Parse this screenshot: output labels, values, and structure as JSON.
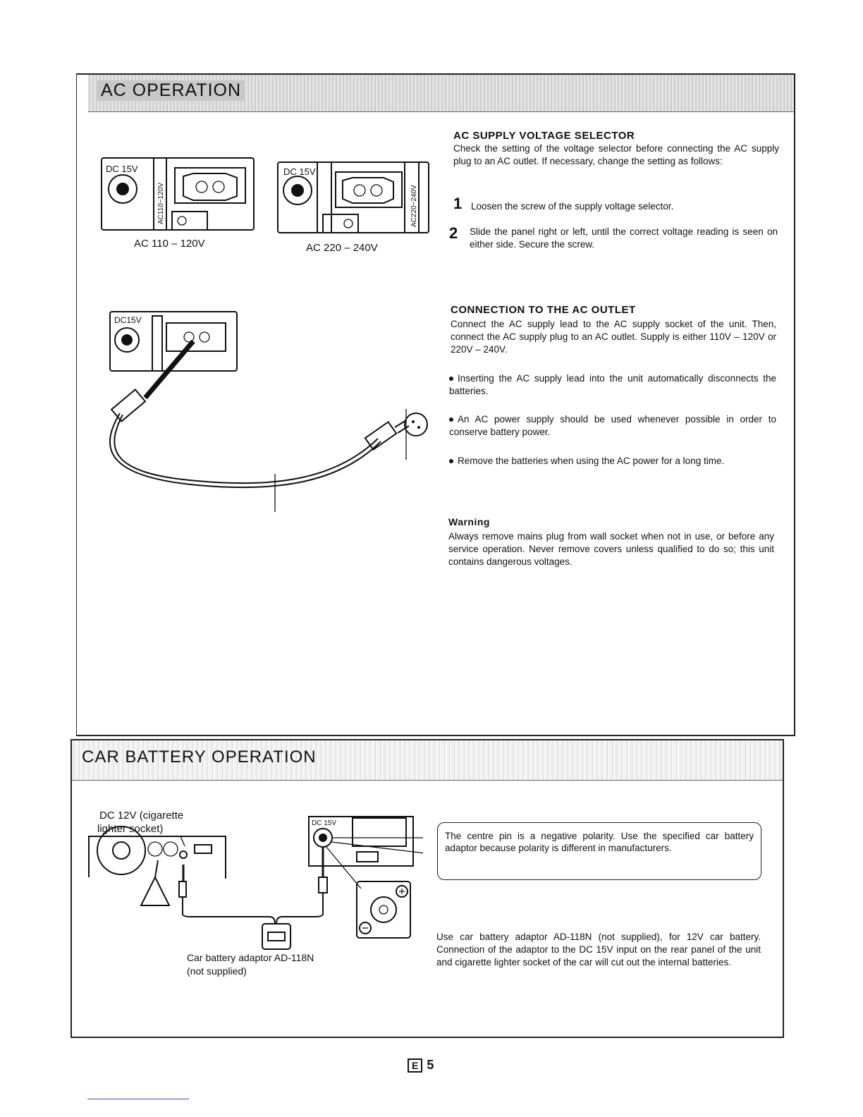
{
  "ac_section": {
    "title": "AC OPERATION",
    "figure_labels": {
      "left_panel": "AC 110 – 120V",
      "right_panel": "AC 220 – 240V",
      "panel_dc": "DC 15V",
      "slider_left": "AC110~120V",
      "slider_right": "AC220~240V",
      "outlet_dc": "DC15V"
    },
    "voltage_selector": {
      "heading": "AC SUPPLY VOLTAGE SELECTOR",
      "intro": "Check the setting of the voltage selector before connecting the AC supply plug to an AC outlet. If necessary, change the setting as follows:",
      "steps": [
        {
          "num": "1",
          "text": "Loosen the screw of the supply voltage selector."
        },
        {
          "num": "2",
          "text": "Slide the panel right or left, until the correct voltage reading is seen on either side. Secure the screw."
        }
      ]
    },
    "outlet": {
      "heading": "CONNECTION TO THE AC OUTLET",
      "intro": "Connect the AC supply lead to the AC supply socket of the unit. Then, connect the AC supply plug to an AC outlet. Supply is either 110V – 120V or 220V – 240V.",
      "bullets": [
        "Inserting the AC supply lead into the unit automatically disconnects the batteries.",
        "An AC power supply should be used whenever possible in order to conserve battery power.",
        "Remove the batteries when using the AC power for a long time."
      ]
    },
    "warning": {
      "heading": "Warning",
      "text": "Always remove mains plug from wall socket when not in use, or before any service operation. Never remove covers unless qualified to do so; this unit contains dangerous voltages."
    }
  },
  "car_section": {
    "title": "CAR BATTERY OPERATION",
    "socket_label_1": "DC 12V (cigarette",
    "socket_label_2": "lighter socket)",
    "adaptor_label_1": "Car battery adaptor AD-118N",
    "adaptor_label_2": "(not supplied)",
    "unit_dc": "DC 15V",
    "callout": "The centre pin is a negative polarity. Use the specified car battery adaptor because polarity is different in manufacturers.",
    "description": "Use car battery adaptor AD-118N (not supplied), for 12V car battery. Connection of the adaptor to the DC 15V input on the rear panel of the unit and cigarette lighter socket of the car will cut out the internal batteries."
  },
  "footer": {
    "box": "E",
    "page": "5"
  }
}
